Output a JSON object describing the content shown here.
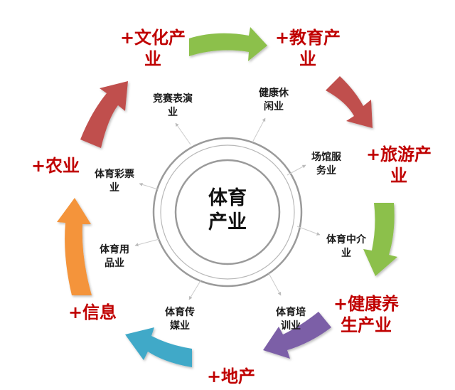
{
  "center": {
    "line1": "体育",
    "line2": "产业"
  },
  "outer_items": [
    {
      "line1": "+文化产",
      "line2": "业"
    },
    {
      "line1": "+教育产",
      "line2": "业"
    },
    {
      "line1": "+旅游产",
      "line2": "业"
    },
    {
      "line1": "+健康养",
      "line2": "生产业"
    },
    {
      "line1": "+地产",
      "line2": ""
    },
    {
      "line1": "+信息",
      "line2": ""
    },
    {
      "line1": "+农业",
      "line2": ""
    }
  ],
  "inner_items": [
    {
      "line1": "竞赛表演",
      "line2": "业"
    },
    {
      "line1": "健康休",
      "line2": "闲业"
    },
    {
      "line1": "场馆服",
      "line2": "务业"
    },
    {
      "line1": "体育中介",
      "line2": "业"
    },
    {
      "line1": "体育培",
      "line2": "训业"
    },
    {
      "line1": "体育传",
      "line2": "媒业"
    },
    {
      "line1": "体育用",
      "line2": "品业"
    },
    {
      "line1": "体育彩票",
      "line2": "业"
    }
  ],
  "colors": {
    "outer_label": "#c00000",
    "arrow_green": "#8cc04b",
    "arrow_red": "#c0504d",
    "arrow_purple": "#7b5ea7",
    "arrow_blue": "#3fa9c8",
    "arrow_orange": "#f4943b",
    "ring": "#9a9a9a"
  },
  "icons": {
    "arrows": "curved-block-arrow-icon",
    "connectors": "connector-arrow-icon"
  }
}
